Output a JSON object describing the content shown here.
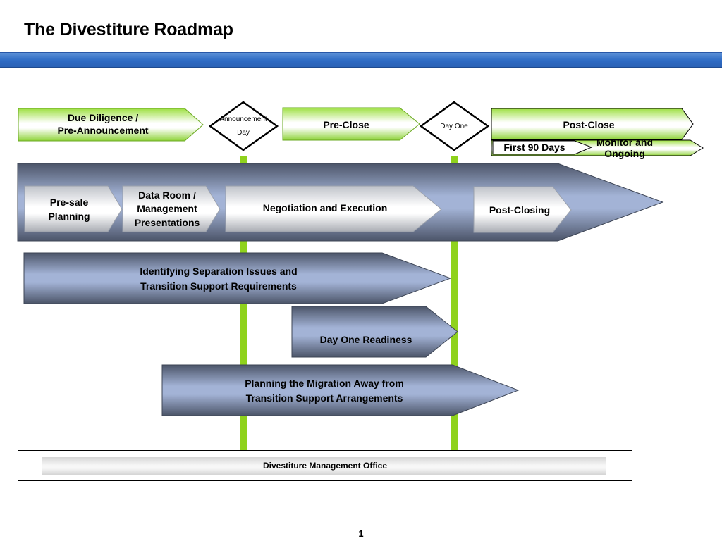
{
  "title": "The Divestiture Roadmap",
  "phases": {
    "due_diligence": "Due Diligence /\nPre-Announcement",
    "announcement_day": "Announcement\nDay",
    "pre_close": "Pre-Close",
    "day_one": "Day One",
    "post_close": "Post-Close",
    "first_90_days": "First 90 Days",
    "monitor_ongoing": "Monitor and\nOngoing"
  },
  "process_steps": [
    "Pre-sale\nPlanning",
    "Data Room /\nManagement\nPresentations",
    "Negotiation and Execution",
    "Post-Closing"
  ],
  "workstreams": [
    "Identifying Separation Issues and\nTransition Support Requirements",
    "Day One Readiness",
    "Planning the Migration Away from\nTransition Support Arrangements"
  ],
  "footer_box": "Divestiture Management Office",
  "page_number": "1",
  "colors": {
    "header_bar": "#2e6bc4",
    "milestone_line": "#8fd21c",
    "phase_green": "#9fe04a",
    "steel_blue": "#8e9ec2"
  }
}
